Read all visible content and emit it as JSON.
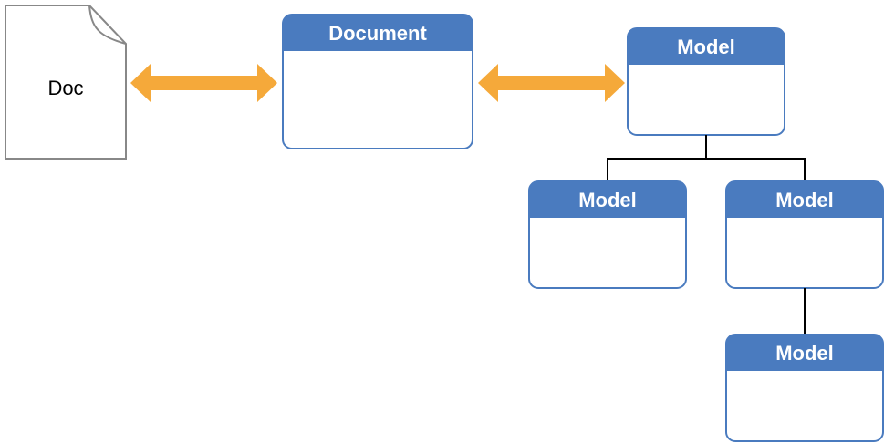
{
  "colors": {
    "box_header": "#4a7bbf",
    "box_border": "#4a7bbf",
    "box_body": "#ffffff",
    "arrow": "#f5a93a",
    "connector": "#000000",
    "doc_outline": "#888888"
  },
  "file_icon": {
    "label": "Doc"
  },
  "document_box": {
    "title": "Document"
  },
  "model_root": {
    "title": "Model"
  },
  "model_child_left": {
    "title": "Model"
  },
  "model_child_right": {
    "title": "Model"
  },
  "model_grandchild": {
    "title": "Model"
  }
}
